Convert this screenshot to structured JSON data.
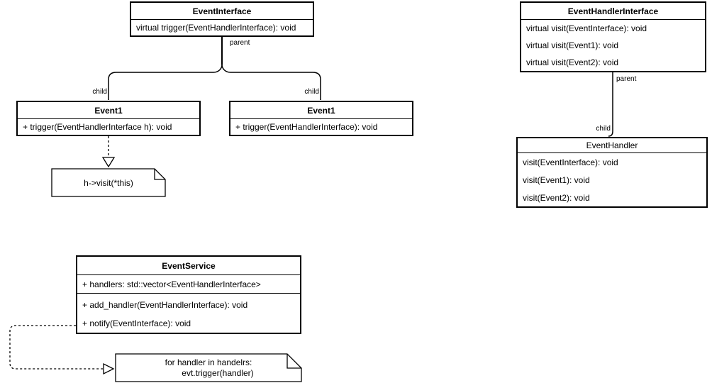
{
  "diagram": {
    "background": "#ffffff",
    "stroke_color": "#000000",
    "fill_color": "#ffffff",
    "classes": {
      "event_interface": {
        "title": "EventInterface",
        "methods": [
          "virtual trigger(EventHandlerInterface): void"
        ]
      },
      "event1_left": {
        "title": "Event1",
        "methods": [
          "+ trigger(EventHandlerInterface h): void"
        ]
      },
      "event1_right": {
        "title": "Event1",
        "methods": [
          "+ trigger(EventHandlerInterface): void"
        ]
      },
      "event_handler_interface": {
        "title": "EventHandlerInterface",
        "methods": [
          "virtual visit(EventInterface): void",
          "virtual visit(Event1): void",
          "virtual visit(Event2): void"
        ]
      },
      "event_handler": {
        "title": "EventHandler",
        "methods": [
          "visit(EventInterface): void",
          "visit(Event1): void",
          "visit(Event2): void"
        ]
      },
      "event_service": {
        "title": "EventService",
        "attributes": [
          "+ handlers: std::vector<EventHandlerInterface>"
        ],
        "methods": [
          "+ add_handler(EventHandlerInterface): void",
          "+ notify(EventInterface): void"
        ]
      }
    },
    "notes": {
      "visit_note": {
        "text": "h->visit(*this)"
      },
      "loop_note": {
        "line1": "for handler in handelrs:",
        "line2": "evt.trigger(handler)"
      }
    },
    "labels": {
      "left_tree_parent": "parent",
      "left_tree_child_a": "child",
      "left_tree_child_b": "child",
      "right_tree_parent": "parent",
      "right_tree_child": "child"
    }
  }
}
